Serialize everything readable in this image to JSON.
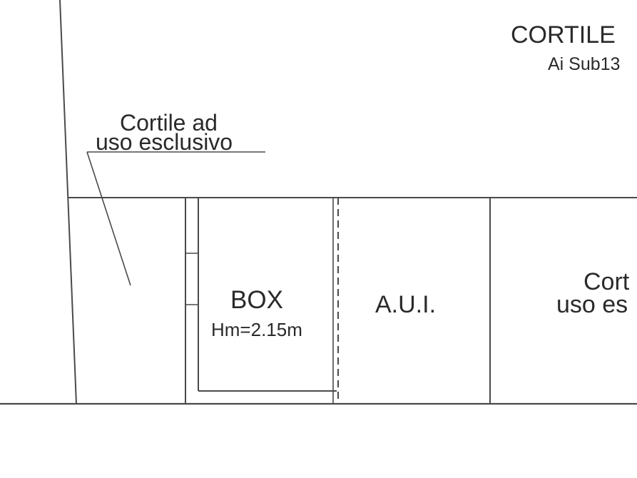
{
  "labels": {
    "cortile_title": "CORTILE",
    "cortile_sub": "Ai Sub13",
    "cortile_ad": "Cortile ad",
    "uso_esclusivo": "uso esclusivo",
    "box": "BOX",
    "box_height": "Hm=2.15m",
    "aui": "A.U.I.",
    "cortile_right_1": "Cort",
    "cortile_right_2": "uso es"
  },
  "colors": {
    "line": "#4a4a4a",
    "text": "#2a2a2a",
    "background": "#ffffff"
  }
}
